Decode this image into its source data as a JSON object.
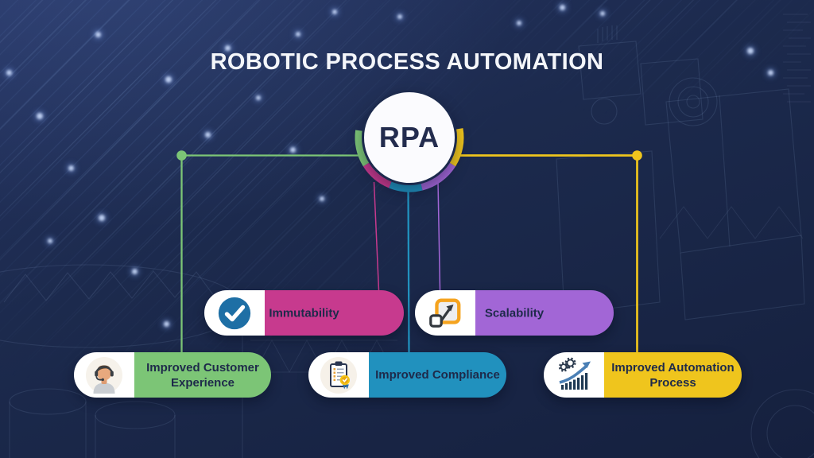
{
  "title": "ROBOTIC PROCESS AUTOMATION",
  "hub": {
    "label": "RPA"
  },
  "colors": {
    "background": "#1C2A4D",
    "text_dark": "#1E2A4A",
    "title_text": "#F4F6FA",
    "green": "#7CC576",
    "magenta": "#C73A8E",
    "teal": "#2191BE",
    "purple": "#A266D6",
    "yellow": "#EFC51D",
    "check_blue": "#1E6FA5",
    "scale_orange": "#F5A31E"
  },
  "nodes": [
    {
      "id": "immutability",
      "label": "Immutability",
      "color": "#C73A8E",
      "icon": "check-badge-icon"
    },
    {
      "id": "scalability",
      "label": "Scalability",
      "color": "#A266D6",
      "icon": "scale-up-icon"
    },
    {
      "id": "improved-customer-experience",
      "label": "Improved Customer Experience",
      "color": "#7CC576",
      "icon": "support-agent-icon"
    },
    {
      "id": "improved-compliance",
      "label": "Improved Compliance",
      "color": "#2191BE",
      "icon": "compliance-clipboard-icon"
    },
    {
      "id": "improved-automation-process",
      "label": "Improved Automation Process",
      "color": "#EFC51D",
      "icon": "automation-growth-icon"
    }
  ]
}
